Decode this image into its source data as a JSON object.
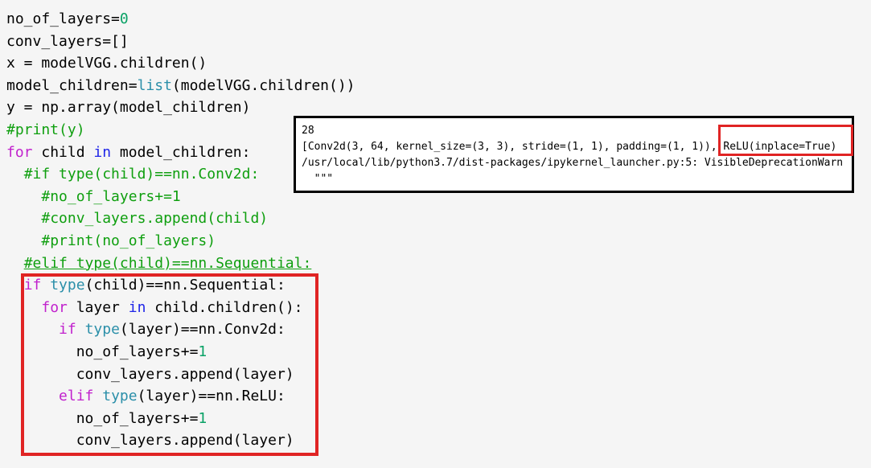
{
  "colors": {
    "bg": "#f5f5f5",
    "plain": "#000000",
    "kw": "#c122cd",
    "in": "#1f25e8",
    "builtin": "#2b8fa9",
    "comment": "#0f9f0f",
    "num": "#0aa266",
    "red": "#e02424",
    "boxborder": "#000000",
    "boxbg": "#ffffff"
  },
  "code": {
    "lines": [
      [
        [
          "plain",
          "no_of_layers="
        ],
        [
          "num",
          "0"
        ]
      ],
      [
        [
          "plain",
          "conv_layers=[]"
        ]
      ],
      [
        [
          "plain",
          "x = modelVGG.children()"
        ]
      ],
      [
        [
          "plain",
          "model_children="
        ],
        [
          "builtin",
          "list"
        ],
        [
          "plain",
          "(modelVGG.children())"
        ]
      ],
      [
        [
          "plain",
          "y = np.array(model_children)"
        ]
      ],
      [
        [
          "comment",
          "#print(y)"
        ]
      ],
      [
        [
          "kw",
          "for"
        ],
        [
          "plain",
          " child "
        ],
        [
          "in",
          "in"
        ],
        [
          "plain",
          " model_children:"
        ]
      ],
      [
        [
          "plain",
          "  "
        ],
        [
          "comment",
          "#if type(child)==nn.Conv2d:"
        ]
      ],
      [
        [
          "plain",
          "    "
        ],
        [
          "comment",
          "#no_of_layers+=1"
        ]
      ],
      [
        [
          "plain",
          "    "
        ],
        [
          "comment",
          "#conv_layers.append(child)"
        ]
      ],
      [
        [
          "plain",
          "    "
        ],
        [
          "comment",
          "#print(no_of_layers)"
        ]
      ],
      [
        [
          "plain",
          "  "
        ],
        [
          "comment-u",
          "#elif type(child)==nn.Sequential:"
        ]
      ],
      [
        [
          "plain",
          "  "
        ],
        [
          "kw",
          "if"
        ],
        [
          "plain",
          " "
        ],
        [
          "builtin",
          "type"
        ],
        [
          "plain",
          "(child)==nn.Sequential:"
        ]
      ],
      [
        [
          "plain",
          "    "
        ],
        [
          "kw",
          "for"
        ],
        [
          "plain",
          " layer "
        ],
        [
          "in",
          "in"
        ],
        [
          "plain",
          " child.children():"
        ]
      ],
      [
        [
          "plain",
          "      "
        ],
        [
          "kw",
          "if"
        ],
        [
          "plain",
          " "
        ],
        [
          "builtin",
          "type"
        ],
        [
          "plain",
          "(layer)==nn.Conv2d:"
        ]
      ],
      [
        [
          "plain",
          "        no_of_layers+="
        ],
        [
          "num",
          "1"
        ]
      ],
      [
        [
          "plain",
          "        conv_layers.append(layer)"
        ]
      ],
      [
        [
          "plain",
          "      "
        ],
        [
          "kw",
          "elif"
        ],
        [
          "plain",
          " "
        ],
        [
          "builtin",
          "type"
        ],
        [
          "plain",
          "(layer)==nn.ReLU:"
        ]
      ],
      [
        [
          "plain",
          "        no_of_layers+="
        ],
        [
          "num",
          "1"
        ]
      ],
      [
        [
          "plain",
          "        conv_layers.append(layer)"
        ]
      ]
    ]
  },
  "output": {
    "lines": [
      "28",
      "[Conv2d(3, 64, kernel_size=(3, 3), stride=(1, 1), padding=(1, 1)), ReLU(inplace=True)",
      "/usr/local/lib/python3.7/dist-packages/ipykernel_launcher.py:5: VisibleDeprecationWarn",
      "  \"\"\""
    ]
  },
  "annotations": {
    "relu_highlight_text": "ReLU(inplace=True)",
    "code_highlight_first_line": "if type(child)==nn.Sequential:"
  }
}
